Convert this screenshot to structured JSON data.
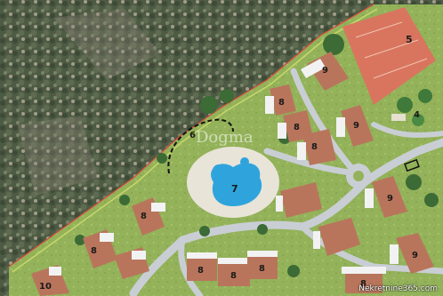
{
  "map": {
    "labels": {
      "pool": "7",
      "zone6": "6",
      "tennis": "5",
      "park": "4",
      "b9_top": "9",
      "b8_topmid": "8",
      "b9_right": "9",
      "b8_midright": "8",
      "b8_centerright": "8",
      "b9_farright": "9",
      "b9_bottomright": "9",
      "b8_bottomright": "8",
      "b8_left1": "8",
      "b8_left2": "8",
      "b8_bottom1": "8",
      "b8_bottom2": "8",
      "b8_bottom3": "8",
      "b10": "10"
    },
    "watermark": "Dogma",
    "credit": "Nekretnine365.com"
  },
  "colors": {
    "forest": "#4a5740",
    "lawn": "#8fae55",
    "road": "#c7ccd2",
    "roof": "#b9755c",
    "white_block": "#f2f2f2",
    "tennis": "#d9755e",
    "pool": "#2fa4dc",
    "boundary": "#d94c3b"
  }
}
